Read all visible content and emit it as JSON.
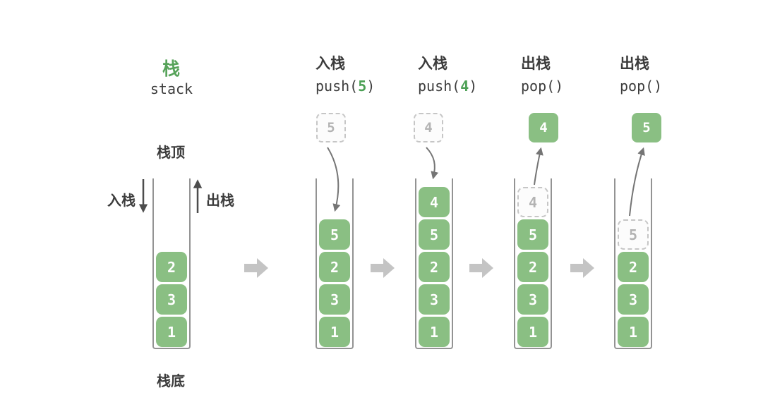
{
  "title": {
    "zh": "栈",
    "en": "stack"
  },
  "side_labels": {
    "top": "栈顶",
    "bottom": "栈底",
    "push": "入栈",
    "pop": "出栈"
  },
  "colors": {
    "accent_green": "#57a35a",
    "box_green": "#8abf83",
    "box_text": "#ffffff",
    "text_dark": "#3c3c3c",
    "ghost_border": "#c6c6c6",
    "ghost_text": "#b3b3b3",
    "container_wall": "#939393",
    "flow_arrow": "#c4c4c4",
    "curve_arrow": "#757575"
  },
  "stages": [
    {
      "name": "initial-stack",
      "cells": [
        {
          "v": "1",
          "s": "solid"
        },
        {
          "v": "3",
          "s": "solid"
        },
        {
          "v": "2",
          "s": "solid"
        }
      ]
    },
    {
      "name": "push-5",
      "header": {
        "op": "入栈",
        "code_pre": "push(",
        "code_arg": "5",
        "code_post": ")"
      },
      "float": {
        "v": "5",
        "s": "ghost"
      },
      "cells": [
        {
          "v": "1",
          "s": "solid"
        },
        {
          "v": "3",
          "s": "solid"
        },
        {
          "v": "2",
          "s": "solid"
        },
        {
          "v": "5",
          "s": "solid"
        }
      ]
    },
    {
      "name": "push-4",
      "header": {
        "op": "入栈",
        "code_pre": "push(",
        "code_arg": "4",
        "code_post": ")"
      },
      "float": {
        "v": "4",
        "s": "ghost"
      },
      "cells": [
        {
          "v": "1",
          "s": "solid"
        },
        {
          "v": "3",
          "s": "solid"
        },
        {
          "v": "2",
          "s": "solid"
        },
        {
          "v": "5",
          "s": "solid"
        },
        {
          "v": "4",
          "s": "solid"
        }
      ]
    },
    {
      "name": "pop-4",
      "header": {
        "op": "出栈",
        "code_pre": "pop()",
        "code_arg": "",
        "code_post": ""
      },
      "float": {
        "v": "4",
        "s": "solid"
      },
      "cells": [
        {
          "v": "1",
          "s": "solid"
        },
        {
          "v": "3",
          "s": "solid"
        },
        {
          "v": "2",
          "s": "solid"
        },
        {
          "v": "5",
          "s": "solid"
        },
        {
          "v": "4",
          "s": "ghost"
        }
      ]
    },
    {
      "name": "pop-5",
      "header": {
        "op": "出栈",
        "code_pre": "pop()",
        "code_arg": "",
        "code_post": ""
      },
      "float": {
        "v": "5",
        "s": "solid"
      },
      "cells": [
        {
          "v": "1",
          "s": "solid"
        },
        {
          "v": "3",
          "s": "solid"
        },
        {
          "v": "2",
          "s": "solid"
        },
        {
          "v": "5",
          "s": "ghost"
        }
      ]
    }
  ]
}
